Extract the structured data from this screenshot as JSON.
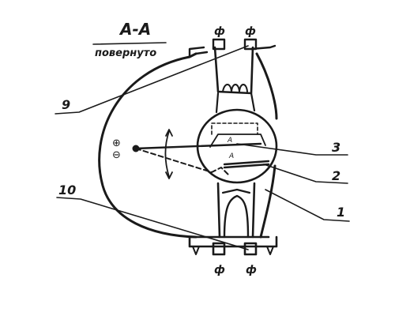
{
  "figure": {
    "section_title": "А-А",
    "section_subtitle": "повернуто",
    "callouts": [
      {
        "id": "callout-9",
        "label": "9"
      },
      {
        "id": "callout-3",
        "label": "3"
      },
      {
        "id": "callout-2",
        "label": "2"
      },
      {
        "id": "callout-10",
        "label": "10"
      },
      {
        "id": "callout-1",
        "label": "1"
      }
    ],
    "symbols": {
      "plus": "⊕",
      "minus": "⊖",
      "terminal_top_left": "ф",
      "terminal_top_right": "ф",
      "terminal_bottom_left": "ф",
      "terminal_bottom_right": "ф"
    },
    "ink_color": "#1a1a1a"
  }
}
